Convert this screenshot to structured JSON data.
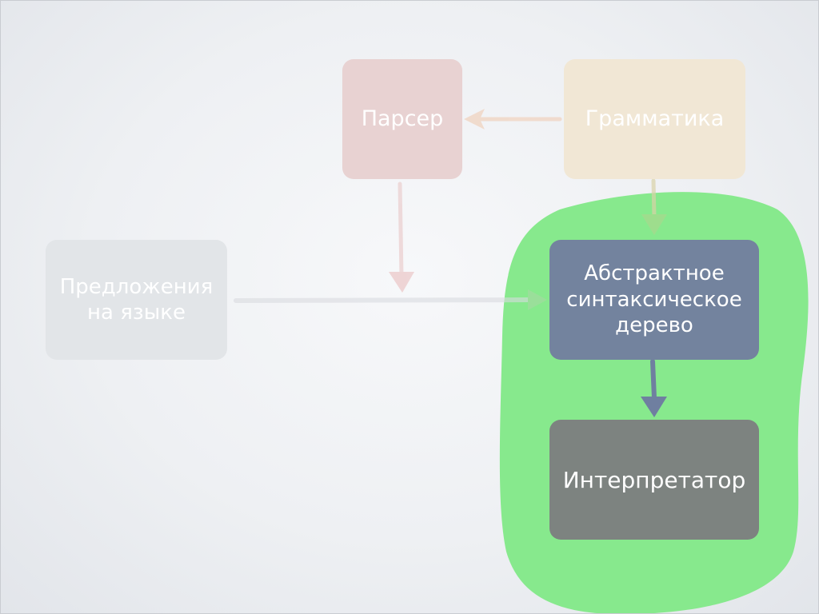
{
  "diagram": {
    "nodes": {
      "parser": {
        "label": "Парсер"
      },
      "grammar": {
        "label": "Грамматика"
      },
      "sentences": {
        "label": "Предложения\nна языке"
      },
      "ast": {
        "label": "Абстрактное\nсинтаксическое\nдерево"
      },
      "interpreter": {
        "label": "Интерпретатор"
      }
    },
    "edges": [
      {
        "from": "grammar",
        "to": "parser"
      },
      {
        "from": "parser",
        "to": "ast"
      },
      {
        "from": "sentences",
        "to": "ast"
      },
      {
        "from": "grammar",
        "to": "ast"
      },
      {
        "from": "ast",
        "to": "interpreter"
      }
    ],
    "highlight": {
      "color": "#87e98d",
      "covers": [
        "ast",
        "interpreter"
      ]
    },
    "colors": {
      "parser": "#e8d2d2",
      "grammar": "#f1e7d5",
      "sentences": "#e2e5e8",
      "ast": "#73839e",
      "interpreter": "#7d8380"
    }
  }
}
